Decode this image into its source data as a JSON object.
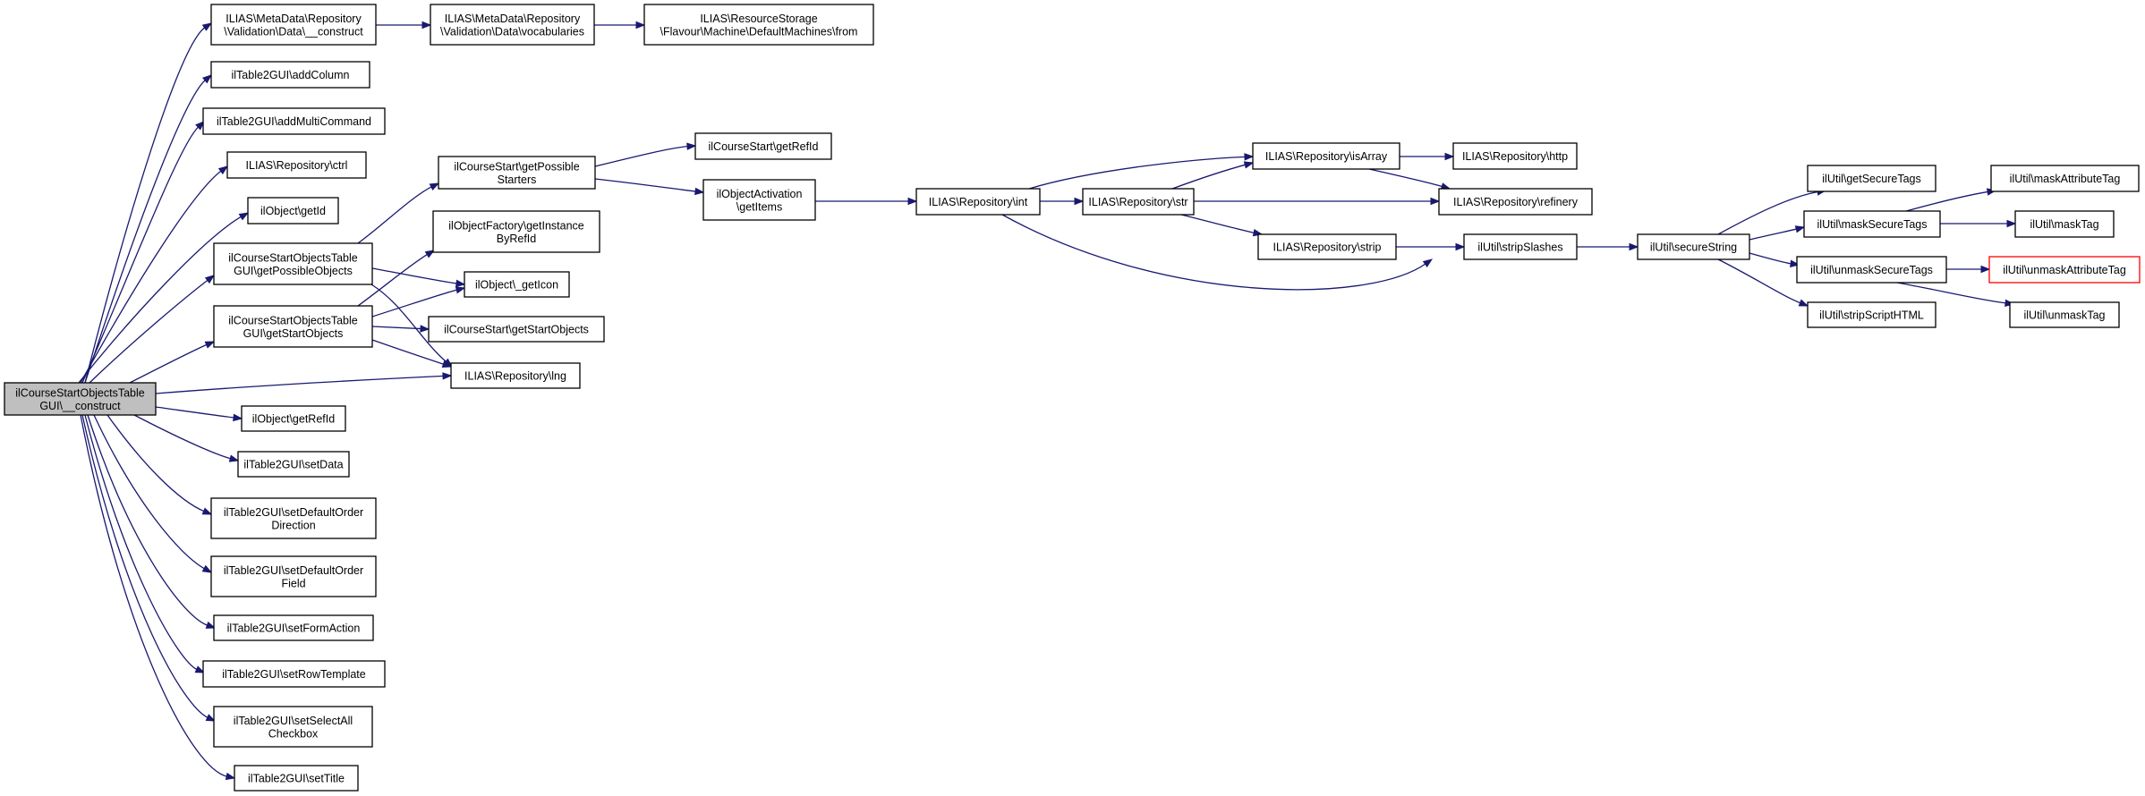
{
  "nodes": [
    {
      "id": "n0",
      "lines": [
        "ilCourseStartObjectsTable",
        "GUI\\__construct"
      ],
      "root": true
    },
    {
      "id": "n1",
      "lines": [
        "ILIAS\\MetaData\\Repository",
        "\\Validation\\Data\\__construct"
      ]
    },
    {
      "id": "n2",
      "lines": [
        "ILIAS\\MetaData\\Repository",
        "\\Validation\\Data\\vocabularies"
      ]
    },
    {
      "id": "n3",
      "lines": [
        "ILIAS\\ResourceStorage",
        "\\Flavour\\Machine\\DefaultMachines\\from"
      ]
    },
    {
      "id": "n4",
      "lines": [
        "ilTable2GUI\\addColumn"
      ]
    },
    {
      "id": "n5",
      "lines": [
        "ilTable2GUI\\addMultiCommand"
      ]
    },
    {
      "id": "n6",
      "lines": [
        "ILIAS\\Repository\\ctrl"
      ]
    },
    {
      "id": "n7",
      "lines": [
        "ilObject\\getId"
      ]
    },
    {
      "id": "n8",
      "lines": [
        "ilCourseStartObjectsTable",
        "GUI\\getPossibleObjects"
      ]
    },
    {
      "id": "n9",
      "lines": [
        "ilCourseStartObjectsTable",
        "GUI\\getStartObjects"
      ]
    },
    {
      "id": "n10",
      "lines": [
        "ILIAS\\Repository\\lng"
      ]
    },
    {
      "id": "n11",
      "lines": [
        "ilObject\\getRefId"
      ]
    },
    {
      "id": "n12",
      "lines": [
        "ilTable2GUI\\setData"
      ]
    },
    {
      "id": "n13",
      "lines": [
        "ilTable2GUI\\setDefaultOrder",
        "Direction"
      ]
    },
    {
      "id": "n14",
      "lines": [
        "ilTable2GUI\\setDefaultOrder",
        "Field"
      ]
    },
    {
      "id": "n15",
      "lines": [
        "ilTable2GUI\\setFormAction"
      ]
    },
    {
      "id": "n16",
      "lines": [
        "ilTable2GUI\\setRowTemplate"
      ]
    },
    {
      "id": "n17",
      "lines": [
        "ilTable2GUI\\setSelectAll",
        "Checkbox"
      ]
    },
    {
      "id": "n18",
      "lines": [
        "ilTable2GUI\\setTitle"
      ]
    },
    {
      "id": "n19",
      "lines": [
        "ilCourseStart\\getPossible",
        "Starters"
      ]
    },
    {
      "id": "n20",
      "lines": [
        "ilObjectFactory\\getInstance",
        "ByRefId"
      ]
    },
    {
      "id": "n21",
      "lines": [
        "ilObject\\_getIcon"
      ]
    },
    {
      "id": "n22",
      "lines": [
        "ilCourseStart\\getStartObjects"
      ]
    },
    {
      "id": "n23",
      "lines": [
        "ilCourseStart\\getRefId"
      ]
    },
    {
      "id": "n24",
      "lines": [
        "ilObjectActivation",
        "\\getItems"
      ]
    },
    {
      "id": "n25",
      "lines": [
        "ILIAS\\Repository\\int"
      ]
    },
    {
      "id": "n26",
      "lines": [
        "ILIAS\\Repository\\str"
      ]
    },
    {
      "id": "n27",
      "lines": [
        "ILIAS\\Repository\\isArray"
      ]
    },
    {
      "id": "n28",
      "lines": [
        "ILIAS\\Repository\\http"
      ]
    },
    {
      "id": "n29",
      "lines": [
        "ILIAS\\Repository\\refinery"
      ]
    },
    {
      "id": "n30",
      "lines": [
        "ILIAS\\Repository\\strip"
      ]
    },
    {
      "id": "n31",
      "lines": [
        "ilUtil\\stripSlashes"
      ]
    },
    {
      "id": "n32",
      "lines": [
        "ilUtil\\secureString"
      ]
    },
    {
      "id": "n33",
      "lines": [
        "ilUtil\\getSecureTags"
      ]
    },
    {
      "id": "n34",
      "lines": [
        "ilUtil\\maskSecureTags"
      ]
    },
    {
      "id": "n35",
      "lines": [
        "ilUtil\\unmaskSecureTags"
      ]
    },
    {
      "id": "n36",
      "lines": [
        "ilUtil\\stripScriptHTML"
      ]
    },
    {
      "id": "n37",
      "lines": [
        "ilUtil\\maskAttributeTag"
      ]
    },
    {
      "id": "n38",
      "lines": [
        "ilUtil\\maskTag"
      ]
    },
    {
      "id": "n39",
      "lines": [
        "ilUtil\\unmaskAttributeTag"
      ],
      "truncated": true
    },
    {
      "id": "n40",
      "lines": [
        "ilUtil\\unmaskTag"
      ]
    }
  ],
  "colors": {
    "edge": "#191970",
    "root_fill": "#bfbfbf",
    "node_border": "#000000",
    "truncated_border": "#ff0000"
  }
}
